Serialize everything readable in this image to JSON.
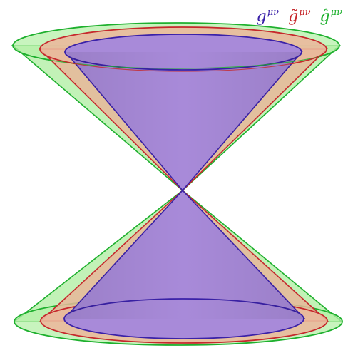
{
  "legend": [
    {
      "id": "g",
      "base": "g",
      "superscript": "μν",
      "color": "#3a21a8"
    },
    {
      "id": "g-tilde",
      "base": "g̃",
      "superscript": "μν",
      "color": "#c6282c"
    },
    {
      "id": "g-hat",
      "base": "ĝ",
      "superscript": "μν",
      "color": "#1eb02e"
    }
  ],
  "colors": {
    "inner_cone_fill": "#a88ad9",
    "inner_cone_stroke": "#3a21a8",
    "middle_cone_fill": "#e8b79a",
    "middle_cone_stroke": "#c6282c",
    "outer_cone_fill": "#a8ec99",
    "outer_cone_stroke": "#1eb02e"
  }
}
